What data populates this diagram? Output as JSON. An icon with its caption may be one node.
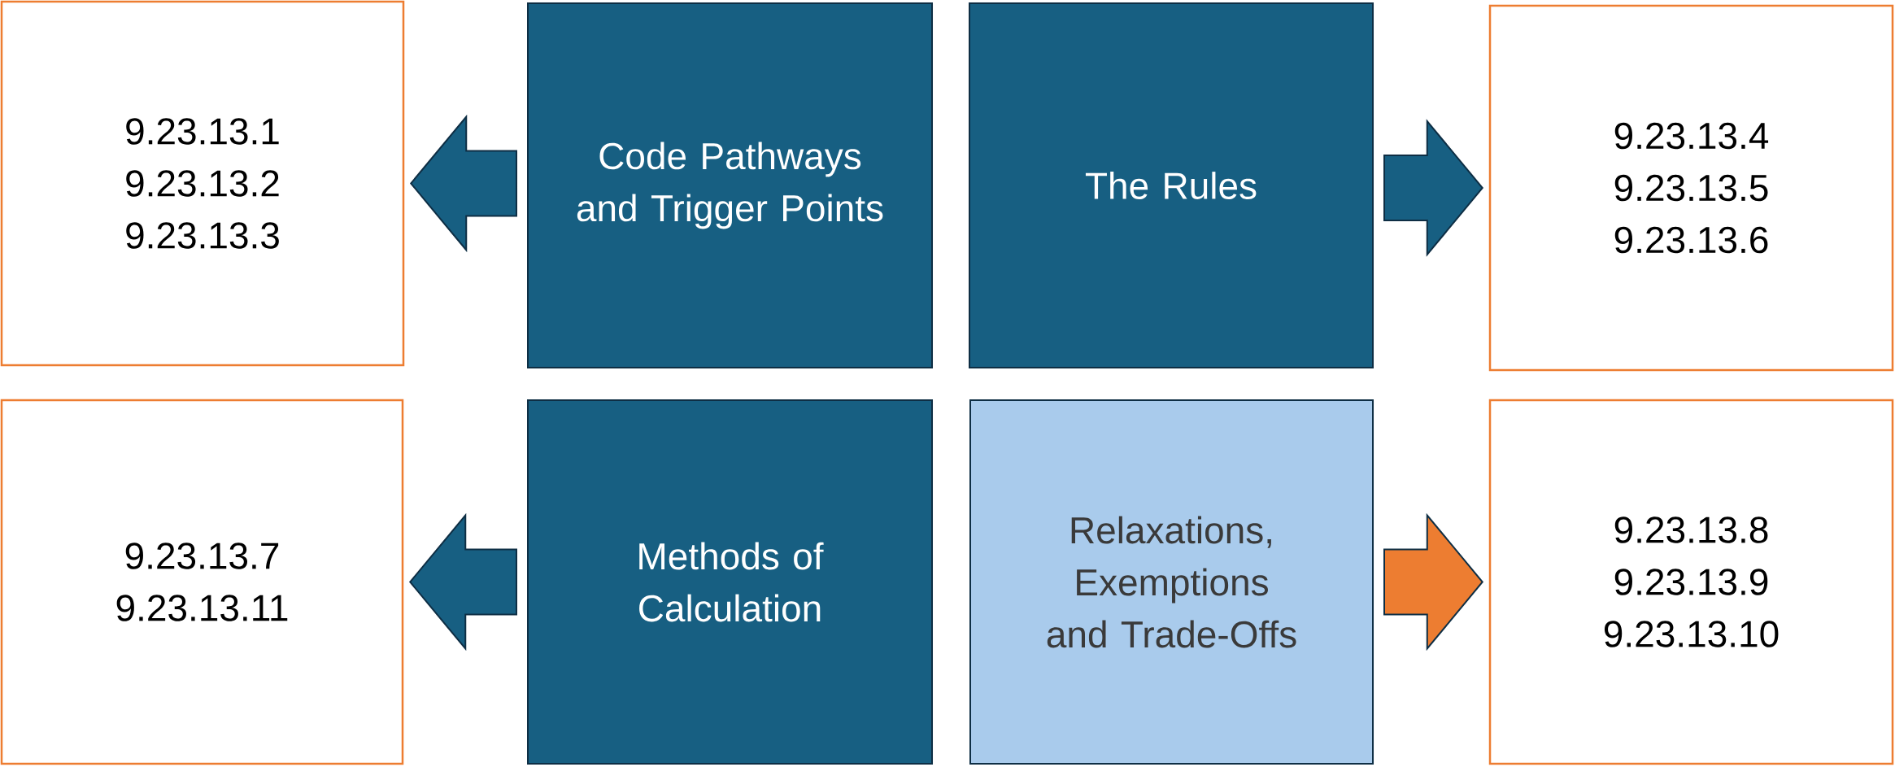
{
  "diagram": {
    "nodes": [
      {
        "text": [
          "9.23.13.1",
          "9.23.13.2",
          "9.23.13.3"
        ]
      },
      {
        "text": [
          "Code Pathways and Trigger Points"
        ]
      },
      {
        "text": [
          "The Rules"
        ]
      },
      {
        "text": [
          "9.23.13.4",
          "9.23.13.5",
          "9.23.13.6"
        ]
      },
      {
        "text": [
          "9.23.13.7",
          "9.23.13.11"
        ]
      },
      {
        "text": [
          "Methods of Calculation"
        ]
      },
      {
        "text": [
          "Relaxations, Exemptions and Trade-Offs"
        ]
      },
      {
        "text": [
          "9.23.13.8",
          "9.23.13.9",
          "9.23.13.10"
        ]
      }
    ],
    "edges": [
      {
        "from": 1,
        "to": 0,
        "arrow": "to"
      },
      {
        "from": 2,
        "to": 3,
        "arrow": "to"
      },
      {
        "from": 5,
        "to": 4,
        "arrow": "to"
      },
      {
        "from": 6,
        "to": 7,
        "arrow": "to",
        "color": "#ed7d31"
      }
    ]
  }
}
